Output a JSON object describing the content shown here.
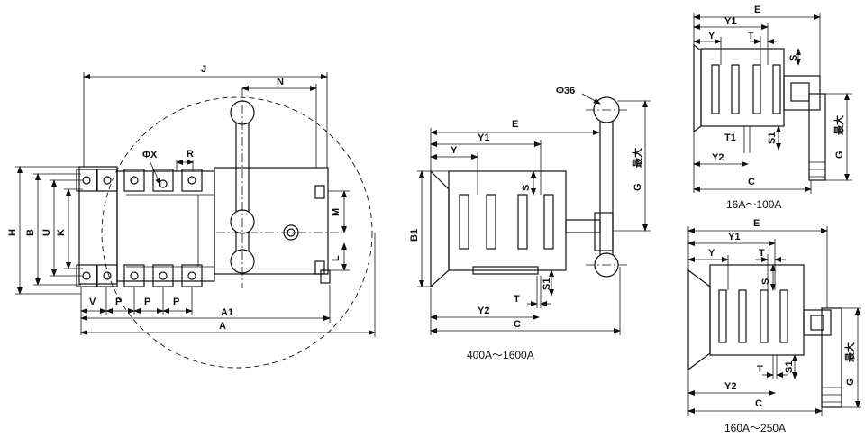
{
  "view_front": {
    "dims": {
      "J": "J",
      "N": "N",
      "PhiX": "ΦX",
      "R": "R",
      "H": "H",
      "B": "B",
      "U": "U",
      "K": "K",
      "M": "M",
      "L": "L",
      "V": "V",
      "P1": "P",
      "P2": "P",
      "P3": "P",
      "A1": "A1",
      "A": "A"
    }
  },
  "view_side_large": {
    "dims": {
      "Phi36": "Φ36",
      "E": "E",
      "Y1": "Y1",
      "Y": "Y",
      "S": "S",
      "B1": "B1",
      "G": "G",
      "max": "最大",
      "T": "T",
      "S1": "S1",
      "Y2": "Y2",
      "C": "C"
    },
    "caption": "400A～1600A"
  },
  "view_side_small": {
    "dims": {
      "E": "E",
      "Y1": "Y1",
      "Y": "Y",
      "T": "T",
      "S": "S",
      "T1": "T1",
      "S1": "S1",
      "Y2": "Y2",
      "C": "C",
      "G": "G",
      "max": "最大"
    },
    "caption": "16A～100A"
  },
  "view_side_medium": {
    "dims": {
      "E": "E",
      "Y1": "Y1",
      "Y": "Y",
      "T": "T",
      "S": "S",
      "T2": "T",
      "S1": "S1",
      "Y2": "Y2",
      "C": "C",
      "G": "G",
      "max": "最大"
    },
    "caption": "160A～250A"
  }
}
